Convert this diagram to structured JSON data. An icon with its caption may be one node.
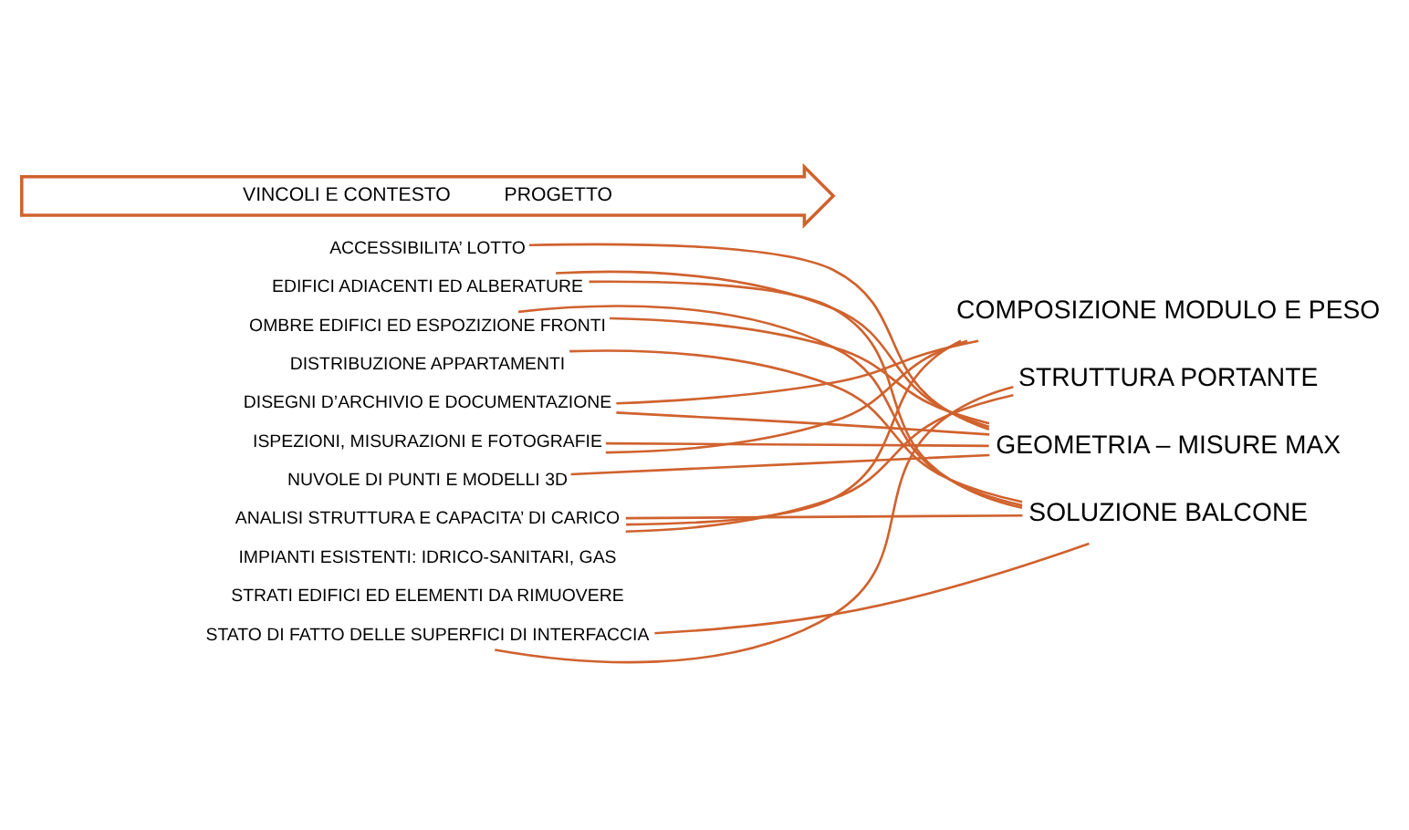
{
  "diagram": {
    "nodes": [
      {
        "text": [
          "VINCOLI E CONTESTO",
          "PROGETTO"
        ]
      },
      {
        "text": [
          "ACCESSIBILITA’ LOTTO"
        ]
      },
      {
        "text": [
          "EDIFICI ADIACENTI ED ALBERATURE"
        ]
      },
      {
        "text": [
          "OMBRE EDIFICI ED ESPOZIZIONE FRONTI"
        ]
      },
      {
        "text": [
          "DISTRIBUZIONE APPARTAMENTI"
        ]
      },
      {
        "text": [
          "DISEGNI D’ARCHIVIO E DOCUMENTAZIONE"
        ]
      },
      {
        "text": [
          "ISPEZIONI, MISURAZIONI E FOTOGRAFIE"
        ]
      },
      {
        "text": [
          "NUVOLE DI PUNTI E MODELLI 3D"
        ]
      },
      {
        "text": [
          "ANALISI STRUTTURA E CAPACITA’ DI CARICO"
        ]
      },
      {
        "text": [
          "IMPIANTI ESISTENTI: IDRICO-SANITARI, GAS"
        ]
      },
      {
        "text": [
          "STRATI EDIFICI ED ELEMENTI DA RIMUOVERE"
        ]
      },
      {
        "text": [
          "STATO DI FATTO DELLE SUPERFICI DI INTERFACCIA"
        ]
      },
      {
        "text": [
          "COMPOSIZIONE MODULO E PESO"
        ]
      },
      {
        "text": [
          "STRUTTURA PORTANTE"
        ]
      },
      {
        "text": [
          "GEOMETRIA – MISURE MAX"
        ]
      },
      {
        "text": [
          "SOLUZIONE BALCONE"
        ]
      }
    ],
    "edges": [
      {
        "from": 1,
        "to": 14,
        "arrow": "none"
      },
      {
        "from": 2,
        "to": 14,
        "arrow": "none"
      },
      {
        "from": 2,
        "to": 15,
        "arrow": "none"
      },
      {
        "from": 3,
        "to": 14,
        "arrow": "none"
      },
      {
        "from": 3,
        "to": 15,
        "arrow": "none"
      },
      {
        "from": 4,
        "to": 15,
        "arrow": "none"
      },
      {
        "from": 5,
        "to": 12,
        "arrow": "none"
      },
      {
        "from": 5,
        "to": 14,
        "arrow": "none"
      },
      {
        "from": 6,
        "to": 12,
        "arrow": "none"
      },
      {
        "from": 6,
        "to": 14,
        "arrow": "none"
      },
      {
        "from": 7,
        "to": 14,
        "arrow": "none"
      },
      {
        "from": 8,
        "to": 12,
        "arrow": "none"
      },
      {
        "from": 8,
        "to": 13,
        "arrow": "none"
      },
      {
        "from": 8,
        "to": 15,
        "arrow": "none"
      },
      {
        "from": 11,
        "to": 13,
        "arrow": "none"
      },
      {
        "from": 11,
        "to": 15,
        "arrow": "none"
      }
    ]
  }
}
